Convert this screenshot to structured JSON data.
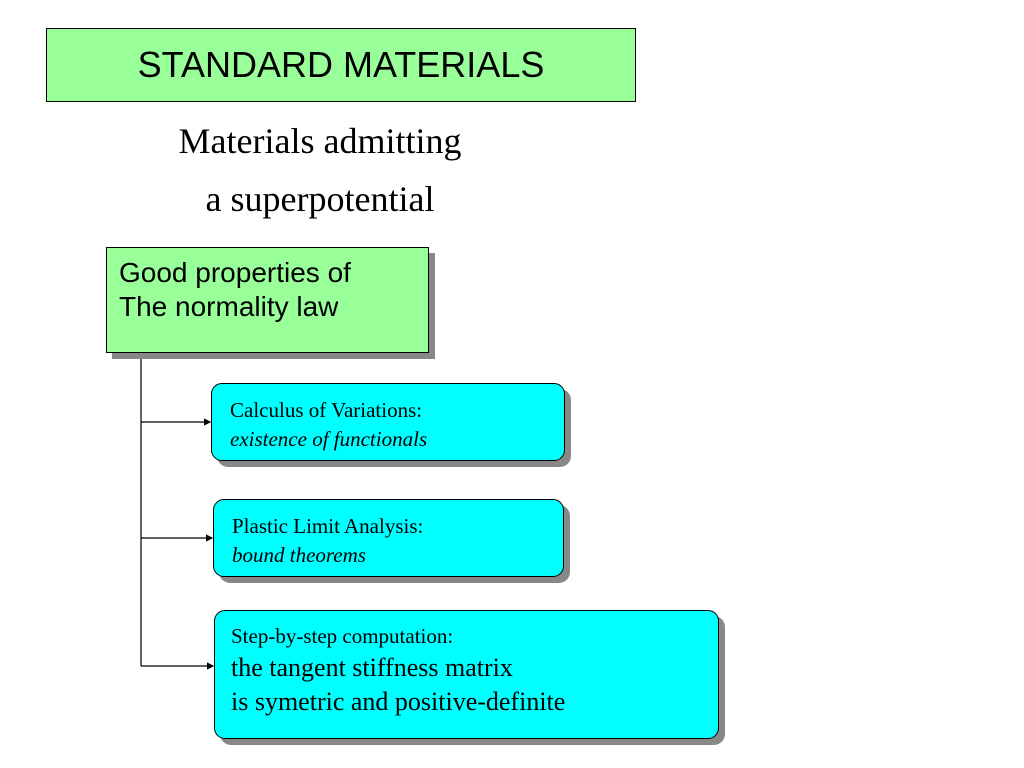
{
  "title": "STANDARD MATERIALS",
  "subtitle": {
    "line1": "Materials admitting",
    "line2": "a superpotential"
  },
  "root": {
    "line1": "Good properties of",
    "line2": "The normality law"
  },
  "children": [
    {
      "heading": "Calculus of Variations:",
      "detail": "existence of functionals"
    },
    {
      "heading": "Plastic Limit Analysis:",
      "detail": "bound theorems"
    },
    {
      "heading": "Step-by-step computation:",
      "detail_line1": "the tangent stiffness matrix",
      "detail_line2": "is symetric and positive-definite"
    }
  ],
  "colors": {
    "green_box": "#99ff99",
    "cyan_box": "#00ffff",
    "shadow": "#888888",
    "line": "#000000"
  }
}
